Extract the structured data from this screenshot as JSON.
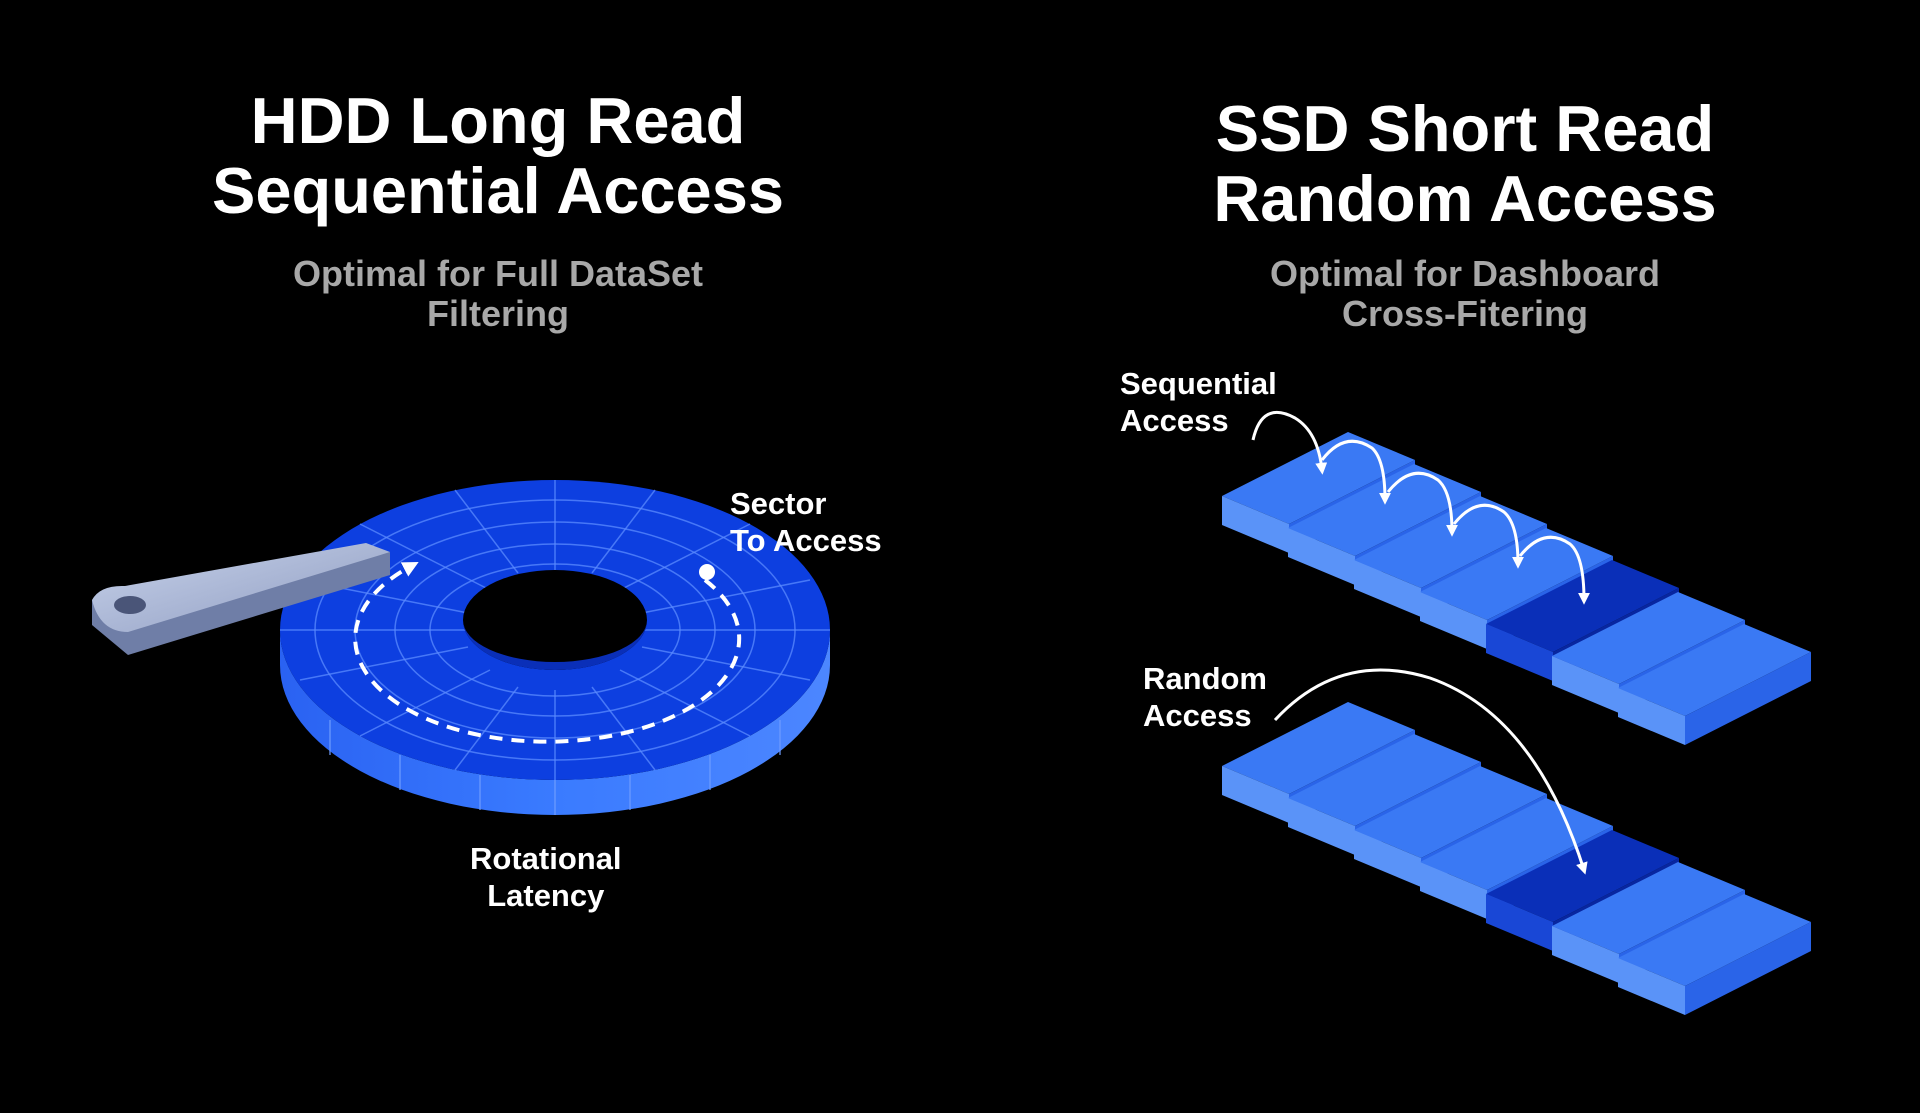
{
  "left_panel": {
    "title_line1": "HDD Long Read",
    "title_line2": "Sequential Access",
    "subtitle_line1": "Optimal for Full DataSet",
    "subtitle_line2": "Filtering",
    "sector_label": "Sector\nTo Access",
    "latency_label": "Rotational\nLatency"
  },
  "right_panel": {
    "title_line1": "SSD Short Read",
    "title_line2": "Random Access",
    "subtitle_line1": "Optimal for Dashboard",
    "subtitle_line2": "Cross-Fitering",
    "sequential_label": "Sequential\nAccess",
    "random_label": "Random\nAccess"
  },
  "colors": {
    "background": "#000000",
    "title": "#ffffff",
    "subtitle": "#a8a8a8",
    "platter_top": "#0d3fe0",
    "platter_side": "#2f6dfb",
    "block_top": "#3a79f4",
    "block_side": "#5a93f8",
    "block_highlight": "#0a2fb8",
    "arm": "#a9b6d6"
  }
}
